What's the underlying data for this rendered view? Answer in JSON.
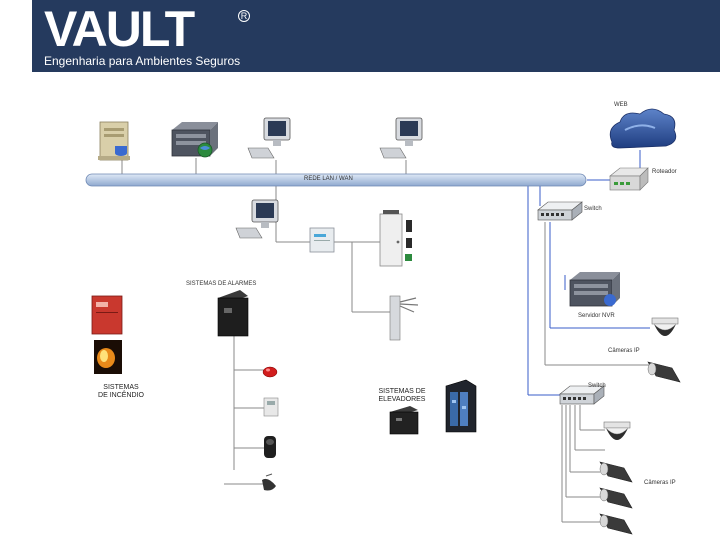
{
  "header": {
    "brand": "VAULT",
    "registered": "R",
    "tagline": "Engenharia para Ambientes Seguros",
    "bg_color": "#253a5e"
  },
  "labels": {
    "web": "WEB",
    "router": "Roteador",
    "lan": "REDE LAN / WAN",
    "switch_top": "Switch",
    "nvr": "Servidor NVR",
    "cameras_top": "Câmeras IP",
    "switch_bottom": "Switch",
    "cameras_bottom": "Câmeras IP",
    "alarms": "SISTEMAS DE ALARMES",
    "fire_line1": "SISTEMAS",
    "fire_line2": "DE INCÊNDIO",
    "elevators_line1": "SISTEMAS DE",
    "elevators_line2": "ELEVADORES"
  },
  "colors": {
    "lan_bar": "#b8cde8",
    "line_gray": "#8a8a8a",
    "line_blue": "#3a5cc8",
    "cloud": "#3a5fa8"
  }
}
